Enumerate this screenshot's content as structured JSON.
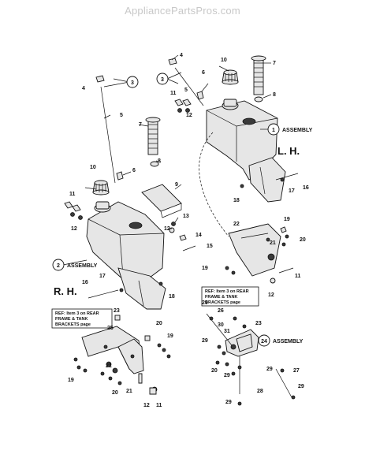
{
  "watermark": "AppliancePartsPros.com",
  "side_labels": {
    "left": "L. H.",
    "right": "R. H."
  },
  "assemblies": [
    {
      "number": "1",
      "label": "ASSEMBLY"
    },
    {
      "number": "2",
      "label": "ASSEMBLY"
    },
    {
      "number": "3",
      "label": ""
    },
    {
      "number": "3",
      "label": ""
    },
    {
      "number": "24",
      "label": "ASSEMBLY"
    }
  ],
  "references": [
    {
      "lines": [
        "REF: Item 3 on REAR",
        "FRAME & TANK",
        "BRACKETS page"
      ]
    },
    {
      "lines": [
        "REF: Item 3 on REAR",
        "FRAME & TANK",
        "BRACKETS page"
      ]
    }
  ],
  "callouts": [
    "4",
    "5",
    "6",
    "7",
    "8",
    "9",
    "10",
    "11",
    "12",
    "13",
    "14",
    "15",
    "16",
    "17",
    "18",
    "19",
    "20",
    "21",
    "22",
    "23",
    "25",
    "26",
    "27",
    "28",
    "29",
    "30",
    "31"
  ]
}
